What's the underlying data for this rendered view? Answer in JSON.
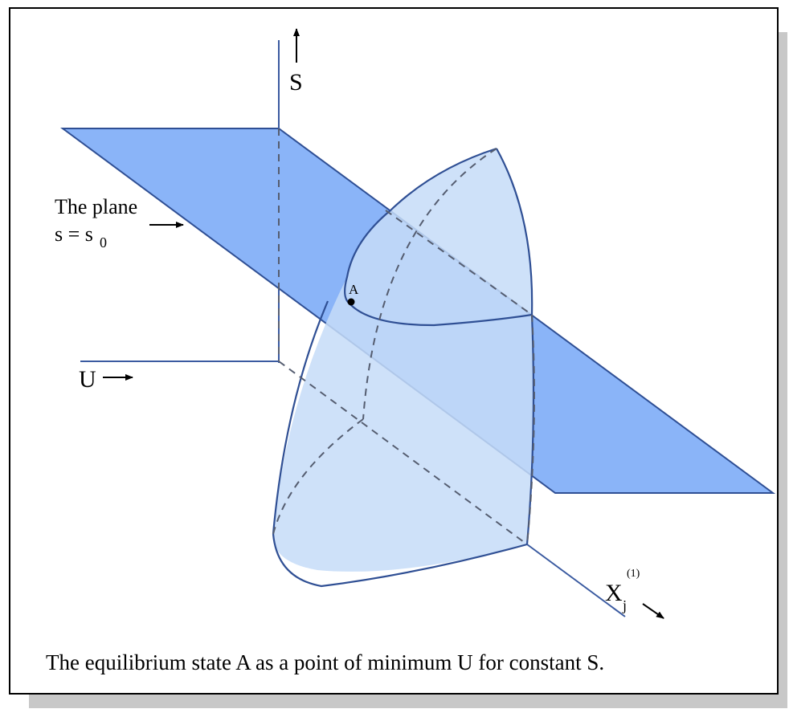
{
  "labels": {
    "axis_s": "S",
    "axis_u": "U",
    "axis_x_main": "X",
    "axis_x_sub": "j",
    "axis_x_sup": "(1)",
    "plane_line1": "The plane",
    "plane_line2_prefix": "s = s",
    "plane_line2_sub": "0",
    "point": "A"
  },
  "caption": "The equilibrium state A as a point of minimum U for constant S.",
  "colors": {
    "plane_fill": "#8ab4f8",
    "surface_fill": "#c6dcf8",
    "line": "#3a5aa0",
    "shadow": "#c8c8c8"
  }
}
